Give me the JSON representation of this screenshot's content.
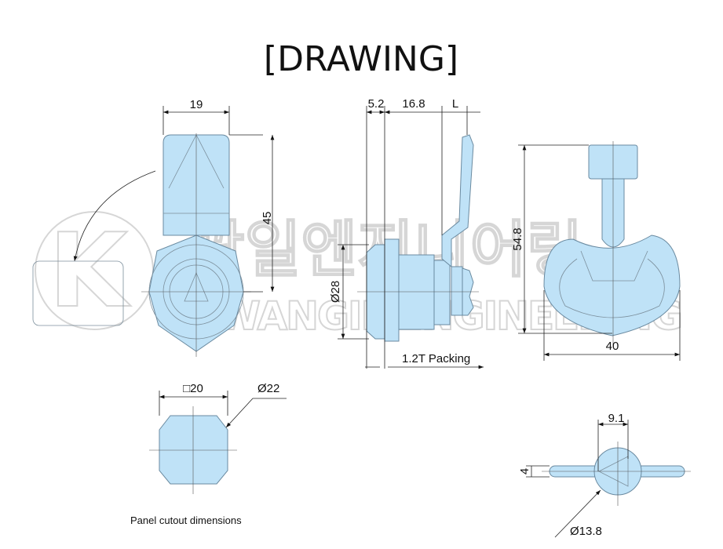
{
  "title": "[DRAWING]",
  "watermark": {
    "brand": "KWANGIL ENGINEERING",
    "korean": "광일엔지니어링",
    "logo_letter": "K"
  },
  "colors": {
    "part_fill": "#bfe2f7",
    "outline": "#6a8aa0"
  },
  "front_view": {
    "width_dim": "19",
    "height_dim": "45"
  },
  "side_view": {
    "dim_a": "5.2",
    "dim_b": "16.8",
    "dim_c": "L",
    "diameter": "Ø28",
    "packing": "1.2T Packing"
  },
  "rear_view": {
    "height_dim": "54.8",
    "width_dim": "40"
  },
  "cutout": {
    "square_dim": "□20",
    "diameter": "Ø22",
    "caption": "Panel cutout dimensions"
  },
  "cam_view": {
    "width_dim": "9.1",
    "thickness_dim": "4",
    "diameter": "Ø13.8"
  }
}
